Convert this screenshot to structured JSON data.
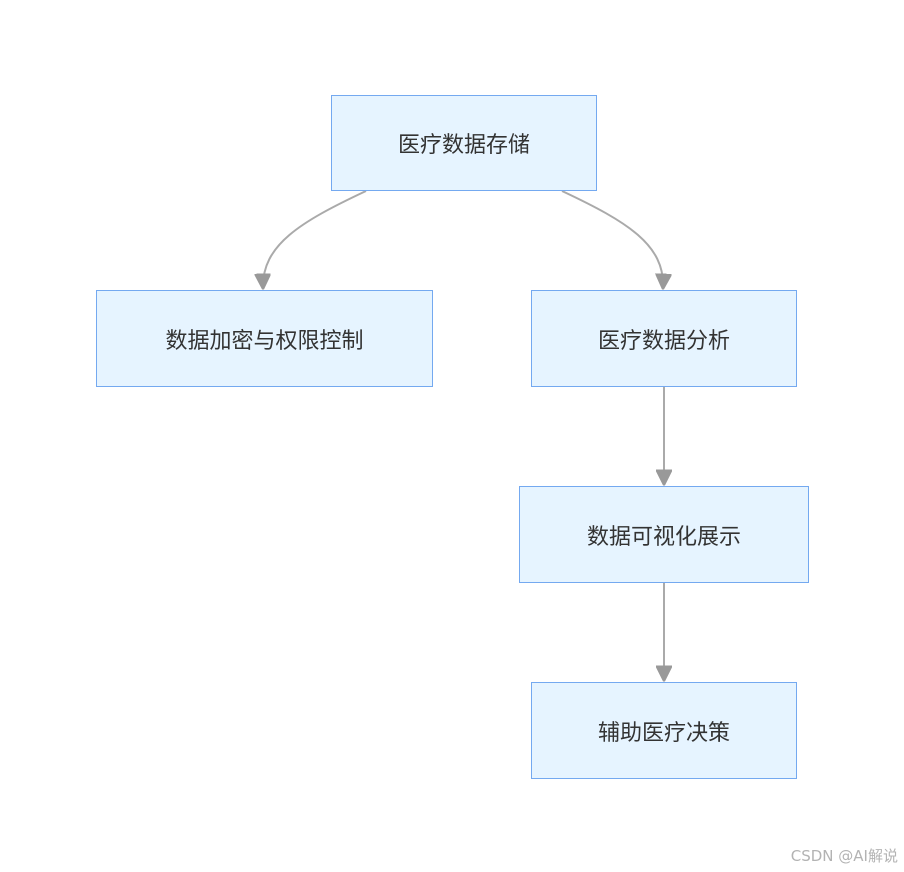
{
  "nodes": {
    "storage": "医疗数据存储",
    "security": "数据加密与权限控制",
    "analysis": "医疗数据分析",
    "visualization": "数据可视化展示",
    "decision": "辅助医疗决策"
  },
  "watermark": "CSDN @AI解说",
  "colors": {
    "node_fill": "#e6f4ff",
    "node_border": "#74a9f0",
    "edge": "#999999",
    "text": "#333333"
  },
  "edges": [
    {
      "from": "storage",
      "to": "security"
    },
    {
      "from": "storage",
      "to": "analysis"
    },
    {
      "from": "analysis",
      "to": "visualization"
    },
    {
      "from": "visualization",
      "to": "decision"
    }
  ]
}
